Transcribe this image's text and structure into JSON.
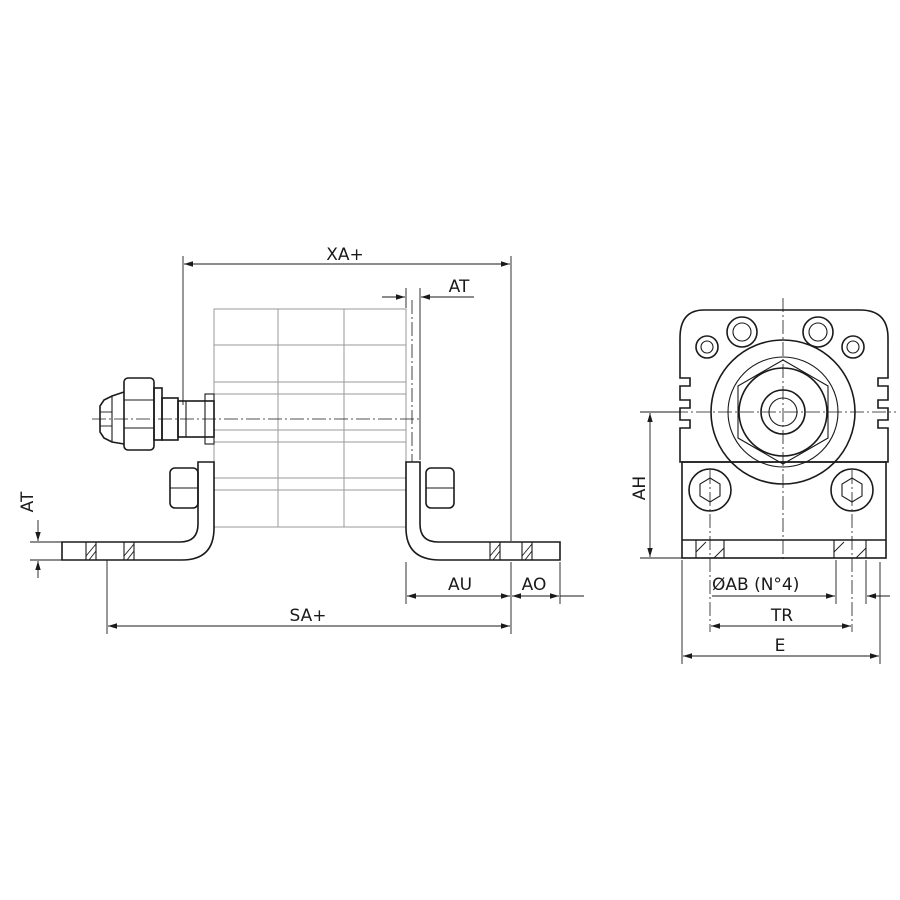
{
  "drawing": {
    "labels": {
      "xa": "XA+",
      "at_top": "AT",
      "at_left": "AT",
      "au": "AU",
      "ao": "AO",
      "sa": "SA+",
      "ah": "AH",
      "ab": "ØAB (N°4)",
      "tr": "TR",
      "e": "E"
    }
  }
}
